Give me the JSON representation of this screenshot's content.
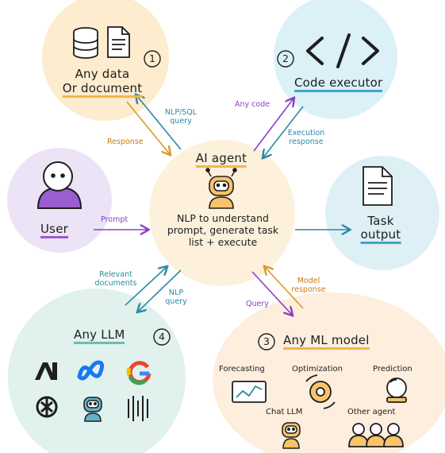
{
  "nodes": {
    "data": {
      "number": "1",
      "line1": "Any data",
      "line2": "Or document"
    },
    "code": {
      "number": "2",
      "label": "Code executor"
    },
    "agent": {
      "title": "AI agent",
      "desc1": "NLP to understand",
      "desc2": "prompt, generate task",
      "desc3": "list + execute"
    },
    "user": {
      "label": "User"
    },
    "task": {
      "line1": "Task",
      "line2": "output"
    },
    "llm": {
      "number": "4",
      "label": "Any LLM"
    },
    "ml": {
      "number": "3",
      "label": "Any ML model",
      "items": {
        "forecasting": "Forecasting",
        "optimization": "Optimization",
        "prediction": "Prediction",
        "chat_llm": "Chat LLM",
        "other_agent": "Other agent"
      }
    }
  },
  "edges": {
    "nlp_sql_query": {
      "line1": "NLP/SQL",
      "line2": "query"
    },
    "response": "Response",
    "any_code": "Any code",
    "execution_response": {
      "line1": "Execution",
      "line2": "response"
    },
    "prompt": "Prompt",
    "relevant_documents": {
      "line1": "Relevant",
      "line2": "documents"
    },
    "nlp_query": {
      "line1": "NLP",
      "line2": "query"
    },
    "query": "Query",
    "model_response": {
      "line1": "Model",
      "line2": "response"
    }
  },
  "icons": {
    "llm_logos": [
      "anthropic-logo",
      "meta-logo",
      "google-logo",
      "openai-logo",
      "robot-logo",
      "perplexity-logo"
    ]
  },
  "colors": {
    "orange_bg": "#fdeccd",
    "blue_bg": "#dcf0f8",
    "agent_bg": "#fdf1dc",
    "user_bg": "#ece3f6",
    "task_bg": "#def0f6",
    "llm_bg": "#e0f1ee",
    "ml_bg": "#fdeedd",
    "purple_arrow": "#8a3fc7",
    "teal_arrow": "#2a8aa3",
    "orange_arrow": "#d89a2b"
  }
}
